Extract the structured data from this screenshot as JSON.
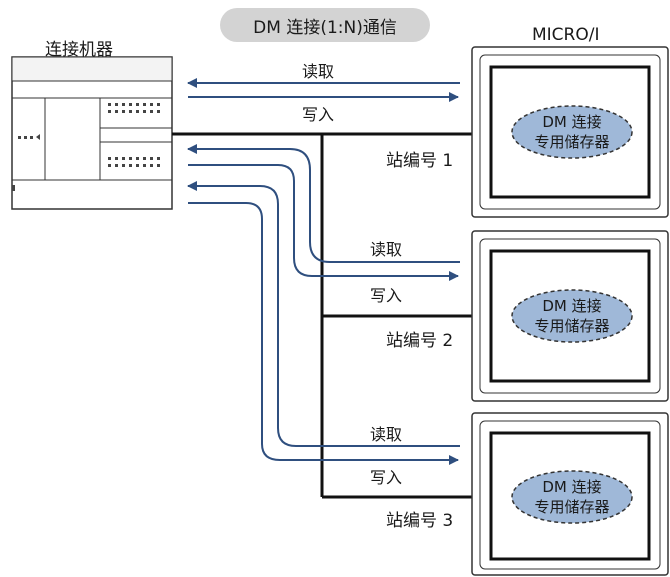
{
  "title": "DM 连接(1:N)通信",
  "device_label": "连接机器",
  "panel_label": "MICRO/I",
  "read_label": "读取",
  "write_label": "写入",
  "dm_text": [
    "DM 连接",
    "专用储存器"
  ],
  "stations": [
    {
      "label": "站编号 1"
    },
    {
      "label": "站编号 2"
    },
    {
      "label": "站编号 3"
    }
  ],
  "colors": {
    "arrow": "#2f4f7f",
    "dm_fill": "#9fb8d8",
    "pill": "#d3d3d3"
  }
}
